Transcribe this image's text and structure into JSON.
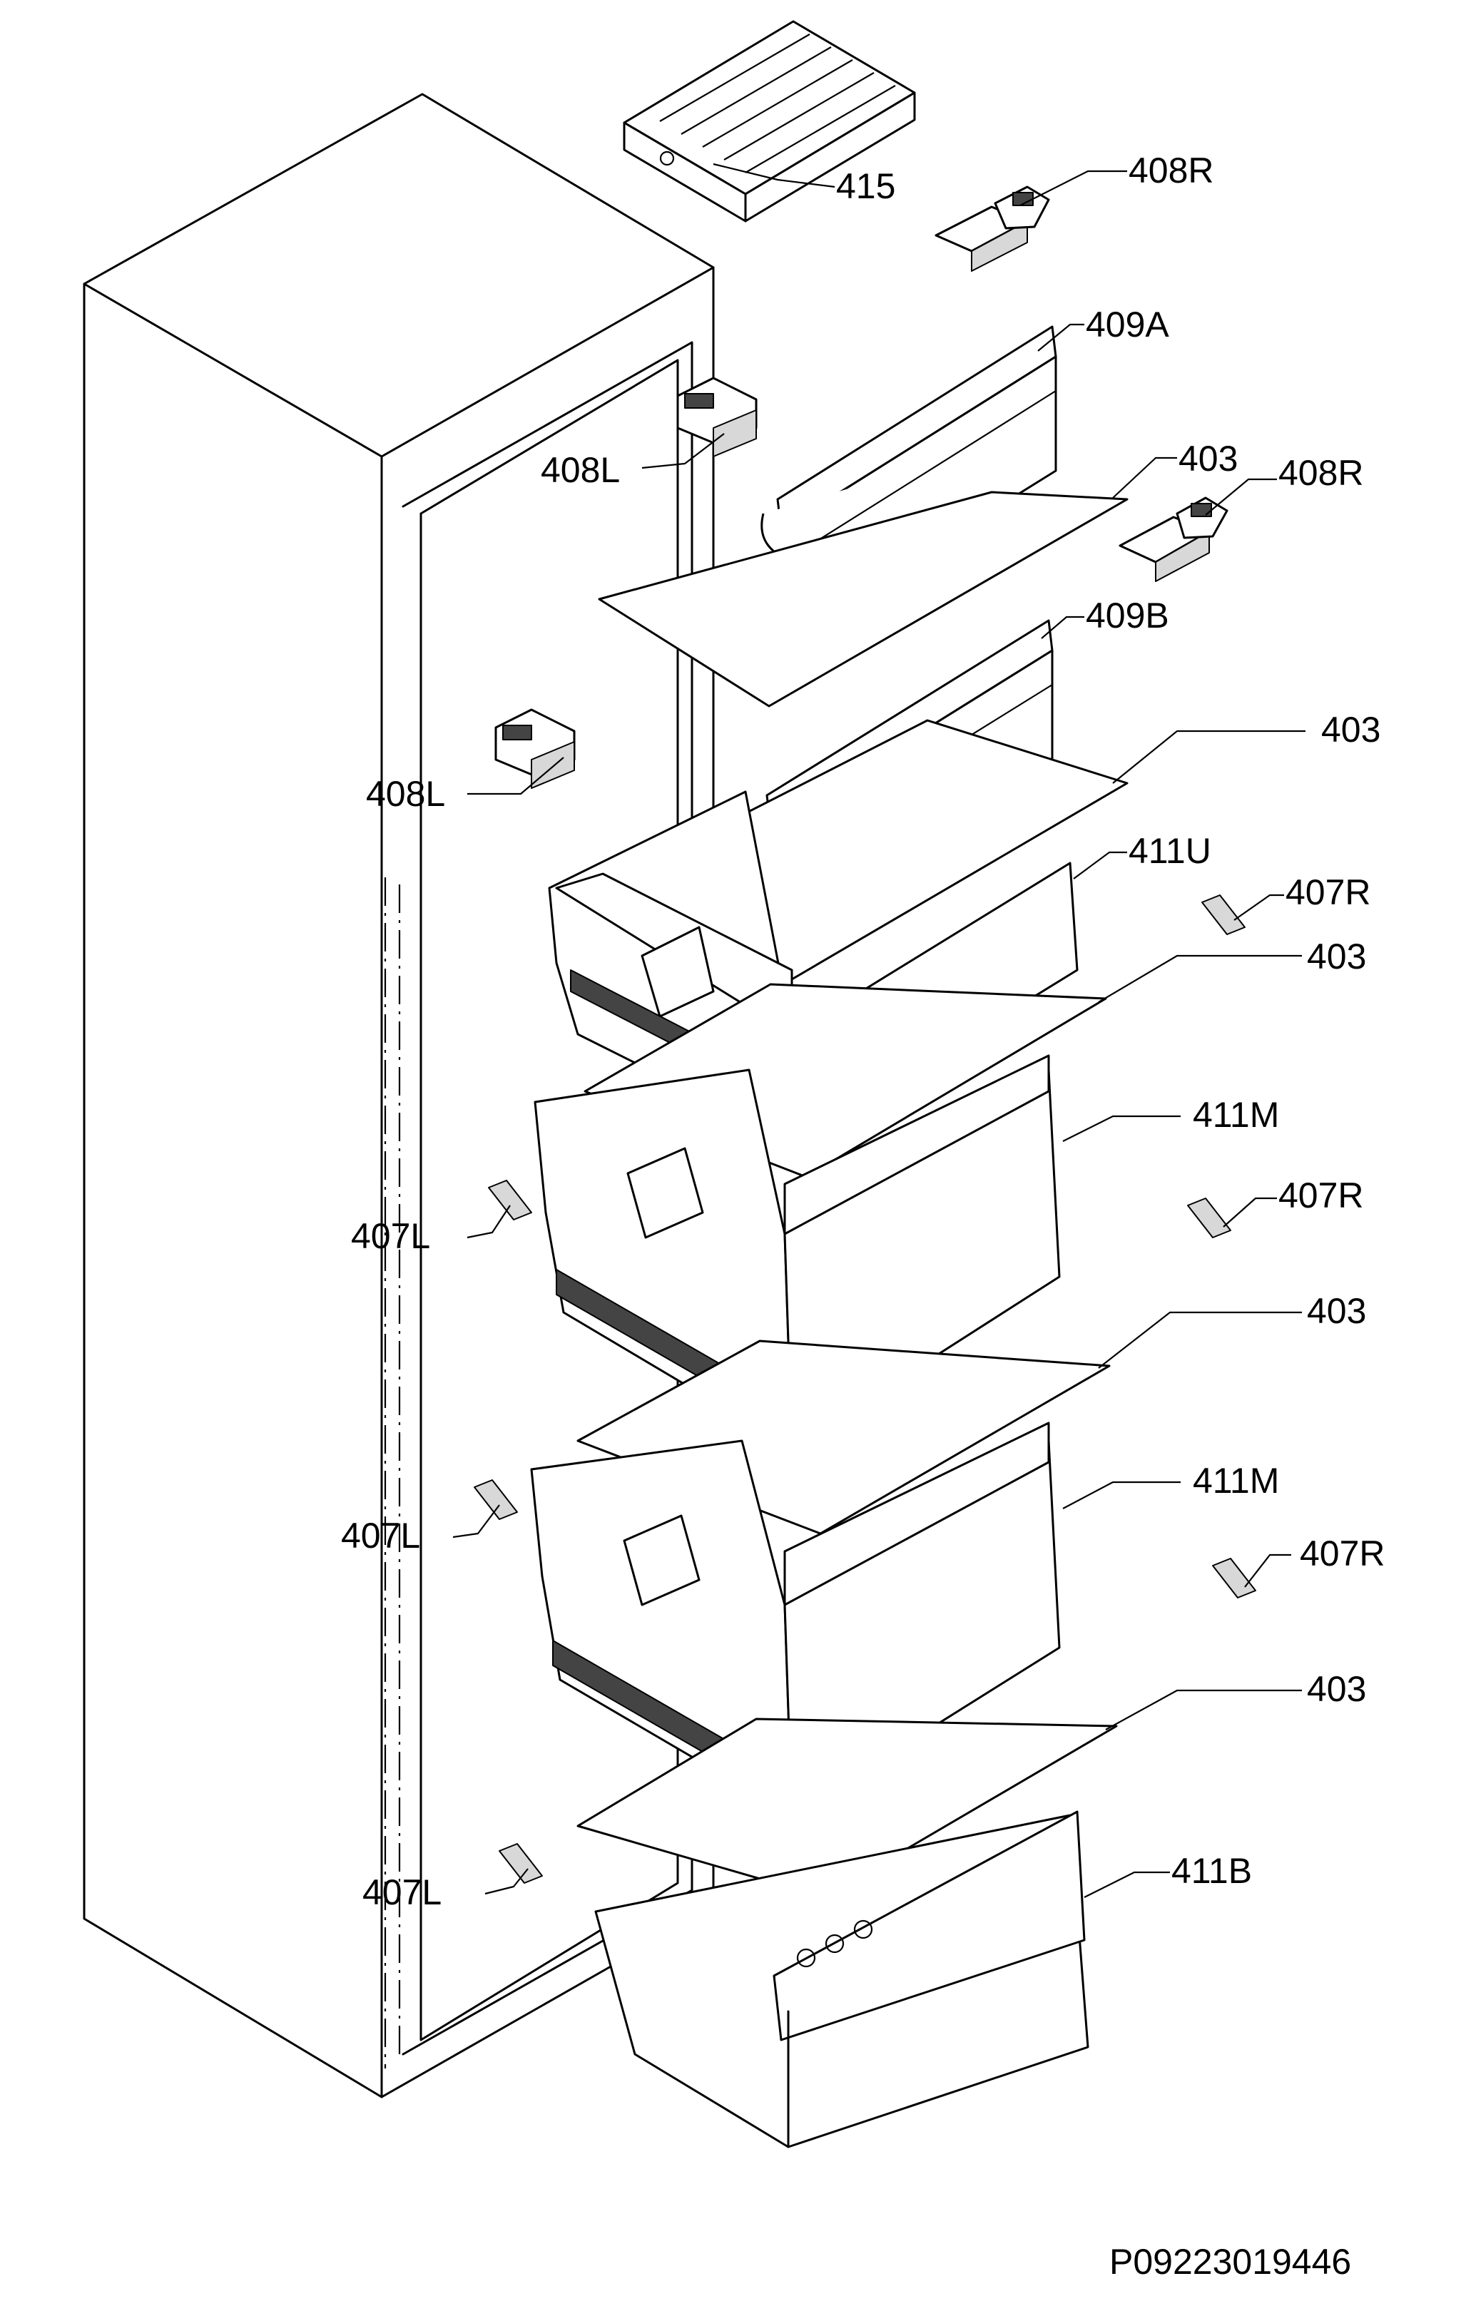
{
  "labels": {
    "l415": "415",
    "l408r_top": "408R",
    "l409a": "409A",
    "l408l_a": "408L",
    "l403_a": "403",
    "l408r_b": "408R",
    "l409b": "409B",
    "l403_b": "403",
    "l408l_b": "408L",
    "l411u": "411U",
    "l407r_a": "407R",
    "l403_c": "403",
    "l411m_a": "411M",
    "l407l_a": "407L",
    "l407r_b": "407R",
    "l403_d": "403",
    "l411m_b": "411M",
    "l407l_b": "407L",
    "l407r_c": "407R",
    "l403_e": "403",
    "l407l_c": "407L",
    "l411b": "411B"
  },
  "document_code": "P09223019446"
}
